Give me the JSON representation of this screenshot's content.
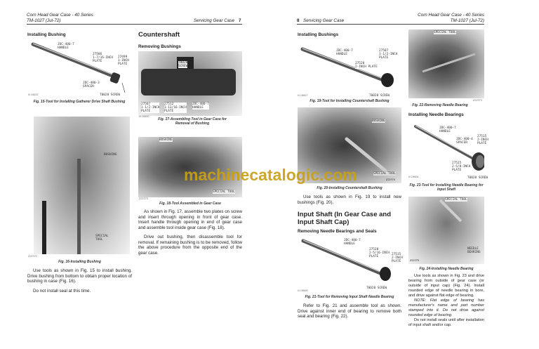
{
  "left_page": {
    "header": {
      "title": "Corn Head Gear Case - 40 Series",
      "tm": "TM-1027    (Jul-72)",
      "section": "Servicing Gear Case",
      "page": "7"
    },
    "installing_bushing": {
      "heading": "Installing Bushing",
      "fig15": {
        "labels": [
          "JDC-400-7\nHANDLE",
          "27506\n1-7/16-INCH\nPLATE",
          "27499\n1-INCH\nPLATE",
          "JDC-400-3\nSPACER",
          "T0020 SCREW"
        ],
        "id": "N 19633",
        "caption": "Fig. 15-Tool for Installing Gatherer Drive Shaft Bushing"
      },
      "fig16": {
        "labels": [
          "BUSHING",
          "SPECIAL\nTOOL"
        ],
        "id": "Z22372",
        "caption": "Fig. 16-Installing Bushing"
      },
      "paragraphs": [
        "Use tools as shown in Fig. 15 to install bushing. Drive bushing from bottom to obtain proper location of bushing in case (Fig. 16).",
        "Do not install seal at this time."
      ]
    },
    "countershaft": {
      "heading": "Countershaft",
      "subheading": "Removing Bushings",
      "fig17": {
        "labels": [
          "T0020\nSCREW",
          "27507\n1-1/2-INCH\nPLATE",
          "27512\n1-13/16-INCH\nPLATE",
          "JDC-400-7\nHANDLE"
        ],
        "id": "N 19600",
        "caption": "Fig. 17-Assembling Tool in Gear Case for Removal of Bushing"
      },
      "fig18": {
        "labels": [
          "BUSHING",
          "SPECIAL TOOL"
        ],
        "id": "Z22373",
        "caption": "Fig. 18-Tool Assembled in Gear Case"
      },
      "paragraphs": [
        "As shown in Fig. 17, assemble two plates on screw and insert through opening in front of gear case. Insert handle through opening in end of gear case and assemble tool inside gear case (Fig. 18).",
        "Drive out bushing, then disassemble tool for removal. If remaining bushing is to be removed, follow the above procedure from the opposite end of the gear case."
      ]
    }
  },
  "right_page": {
    "header": {
      "page": "8",
      "section": "Servicing Gear Case",
      "title": "Corn Head Gear Case - 40 Series",
      "tm": "TM-1027    (Jul-72)"
    },
    "installing_bushings": {
      "heading": "Installing Bushings",
      "fig19": {
        "labels": [
          "JDC-400-7\nHANDLE",
          "27507\n1-1/2-INCH\nPLATE",
          "27520\n2-INCH PLATE",
          "T0020 SCREW"
        ],
        "id": "N 19607",
        "caption": "Fig. 19-Tool for Installing Countershaft Bushing"
      },
      "fig20": {
        "labels": [
          "BUSHING",
          "SPECIAL TOOL"
        ],
        "id": "Z22374",
        "caption": "Fig. 20-Installing Countershaft Bushing"
      },
      "paragraph": "Use tools as shown in Fig. 19 to install new bushings (Fig. 20)."
    },
    "input_shaft": {
      "heading": "Input Shaft (In Gear Case and Input Shaft Cap)",
      "subheading": "Removing Needle Bearings and Seals",
      "fig21": {
        "labels": [
          "JDC-400-7\nHANDLE",
          "27520\n2-5/16-INCH\nPLATE",
          "27515\n2-INCH\nPLATE",
          "T0020 SCREW"
        ],
        "id": "N 19609",
        "caption": "Fig. 21-Tool for Removing Input Shaft Needle Bearing"
      },
      "paragraph": "Refer to Fig. 21 and assemble tool as shown. Drive against inner end of bearing to remove both seal and bearing (Fig. 22)."
    },
    "fig22": {
      "labels": [
        "SPECIAL TOOL"
      ],
      "id": "Z22373",
      "caption": "Fig. 22-Removing Needle Bearing"
    },
    "installing_needle_bearings": {
      "heading": "Installing Needle Bearings",
      "fig23": {
        "labels": [
          "JDC-400-7\nHANDLE",
          "JDC-400-4\nSPACER",
          "27515\n2-INCH\nPLATE",
          "27525\n2-5/8-INCH\nPLATE",
          "T0020 SCREW"
        ],
        "id": "N 19604",
        "caption": "Fig. 23-Tool for Installing Needle Bearing for Input Shaft"
      },
      "fig24": {
        "labels": [
          "SPECIAL TOOL",
          "NEEDLE\nBEARING"
        ],
        "id": "Z22379",
        "caption": "Fig. 24-Installing Needle Bearing"
      },
      "paragraphs": [
        "Use tools as shown in Fig. 23 and drive bearing from outside of gear case (or outside of input cap) (Fig. 24). Install rounded edge of needle bearing in bore, and drive against flat edge of bearing.",
        "NOTE: Flat edge of bearing has manufacturer's name and part number stamped into it. Do not drive against rounded edge of bearing.",
        "Do not install seals until after installation of input shaft and/or cap."
      ]
    }
  },
  "watermark": "machinecatalogic.com",
  "colors": {
    "watermark": "#c9a017",
    "text": "#222222"
  }
}
